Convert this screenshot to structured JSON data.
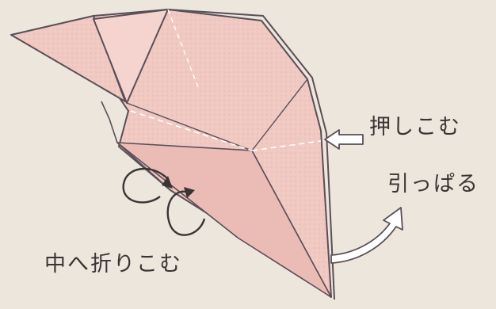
{
  "colors": {
    "background": "#ece6dc",
    "paper": "#f1c9c3",
    "paper_shade": "#e9b8b1",
    "line": "#5a4e57",
    "dash": "#ffffff",
    "text": "#3a3434"
  },
  "labels": {
    "push": "押しこむ",
    "pull": "引っぱる",
    "fold_inside": "中へ折りこむ"
  },
  "icons": {
    "push_arrow": "hollow-arrow-left",
    "pull_arrow": "curved-hollow-arrow-up",
    "fold_arrows": "loop-arrows"
  }
}
